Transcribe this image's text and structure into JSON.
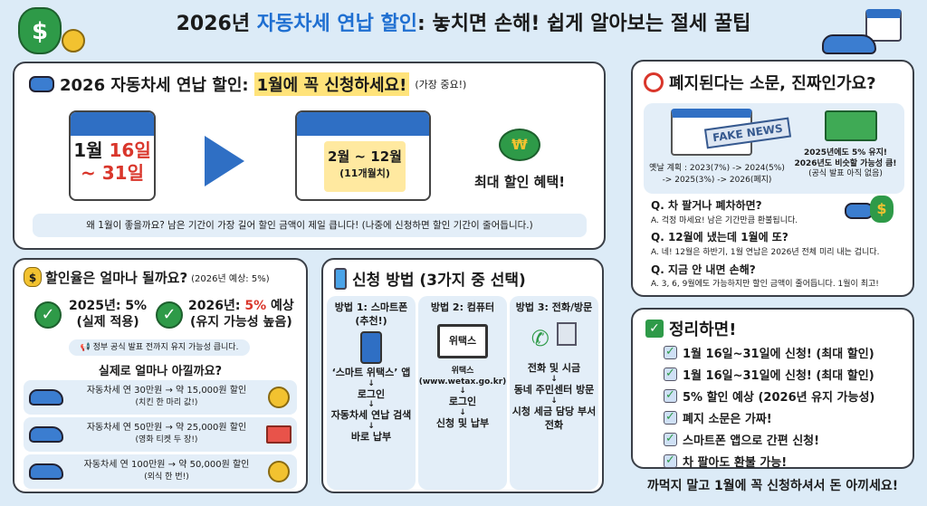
{
  "title": {
    "pre": "2026년 ",
    "hl": "자동차세 연납 할인",
    "post": ": 놓치면 손해! 쉽게 알아보는 절세 꿀팁"
  },
  "main": {
    "heading": "2026 자동차세 연납 할인: ",
    "heading_hl": "1월에 꼭 신청하세요!",
    "heading_note": "(가장 중요!)",
    "cal1_a": "1월 ",
    "cal1_b": "16일",
    "cal1_c": "~ 31일",
    "cal2_a": "2월 ~ 12월",
    "cal2_b": "(11개월치)",
    "benefit": "최대 할인 혜택!",
    "won": "₩",
    "why": "왜 1월이 좋을까요? 남은 기간이 가장 길어 할인 금액이 제일 큽니다! (나중에 신청하면 할인 기간이 줄어듭니다.)"
  },
  "rumor": {
    "heading": "폐지된다는 소문, 진짜인가요?",
    "stamp": "FAKE NEWS",
    "old_plan": "옛날 계획 : 2023(7%) -> 2024(5%) -> 2025(3%) -> 2026(폐지)",
    "keep1": "2025년에도 5% 유지!",
    "keep2": "2026년도 비슷할 가능성 큼!",
    "keep3": "(공식 발표 아직 없음)",
    "qa": [
      {
        "q": "Q. 차 팔거나 폐차하면?",
        "a": "A. 걱정 마세요! 남은 기간만큼 환불됩니다."
      },
      {
        "q": "Q. 12월에 냈는데 1월에 또?",
        "a": "A. 네! 12월은 하반기, 1월 연납은 2026년 전체 미리 내는 겁니다."
      },
      {
        "q": "Q. 지금 안 내면 손해?",
        "a": "A. 3, 6, 9월에도 가능하지만 할인 금액이 줄어듭니다. 1월이 최고!"
      }
    ]
  },
  "rate": {
    "heading": "할인율은 얼마나 될까요?",
    "note": "(2026년 예상: 5%)",
    "y25a": "2025년: 5%",
    "y25b": "(실제 적용)",
    "y26a": "2026년: ",
    "y26pct": "5%",
    "y26c": " 예상",
    "y26b": "(유지 가능성 높음)",
    "notice": "정부 공식 발표 전까지 유지 가능성 큽니다.",
    "sub": "실제로 얼마나 아낄까요?",
    "rows": [
      {
        "t": "자동차세 연 30만원 → 약 15,000원 할인",
        "s": "(치킨 한 마리 값!)"
      },
      {
        "t": "자동차세 연 50만원 → 약 25,000원 할인",
        "s": "(영화 티켓 두 장!)"
      },
      {
        "t": "자동차세 연 100만원 → 약 50,000원 할인",
        "s": "(외식 한 번!)"
      }
    ]
  },
  "apply": {
    "heading": "신청 방법 (3가지 중 선택)",
    "m1": {
      "title": "방법 1: 스마트폰",
      "sub": "(추천!)",
      "steps": [
        "‘스마트 위택스’ 앱",
        "로그인",
        "자동차세 연납 검색",
        "바로 납부"
      ]
    },
    "m2": {
      "title": "방법 2: 컴퓨터",
      "screen": "위택스",
      "steps": [
        "위택스 (www.wetax.go.kr)",
        "로그인",
        "신청 및 납부"
      ]
    },
    "m3": {
      "title": "방법 3: 전화/방문",
      "steps": [
        "전화 및 시금",
        "동네 주민센터 방문",
        "시청 세금 담당 부서 전화"
      ]
    },
    "arrow": "↓"
  },
  "summary": {
    "heading": "정리하면!",
    "items": [
      "1월 16일~31일에 신청! (최대 할인)",
      "1월 16일~31일에 신청! (최대 할인)",
      "5% 할인 예상 (2026년 유지 가능성)",
      "폐지 소문은 가짜!",
      "스마트폰 앱으로 간편 신청!",
      "차 팔아도 환불 가능!"
    ]
  },
  "footer": "까먹지 말고 1월에 꼭 신청하셔서 돈 아끼세요!",
  "colors": {
    "bg": "#dcebf7",
    "accent": "#1f6fd1",
    "highlight": "#ffe37a",
    "green": "#2e9a48",
    "red": "#d9362b"
  }
}
